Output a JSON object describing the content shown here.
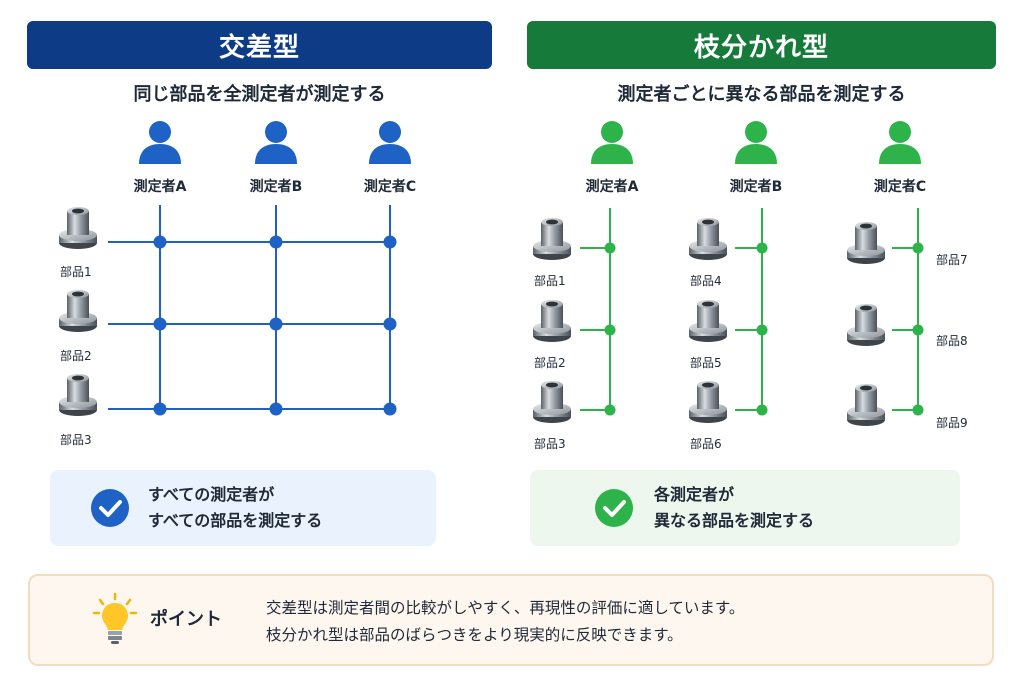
{
  "colors": {
    "left_primary": "#0d3b85",
    "left_accent": "#1e62c6",
    "right_primary": "#157a3a",
    "right_accent": "#2db34a",
    "left_box_bg": "#eaf3fd",
    "right_box_bg": "#edf7ee",
    "tip_bg": "#fdf7ef"
  },
  "left": {
    "title": "交差型",
    "subtitle": "同じ部品を全測定者が測定する",
    "operators": [
      "測定者A",
      "測定者B",
      "測定者C"
    ],
    "parts": [
      "部品1",
      "部品2",
      "部品3"
    ],
    "box_line1": "すべての測定者が",
    "box_line2": "すべての部品を測定する"
  },
  "right": {
    "title": "枝分かれ型",
    "subtitle": "測定者ごとに異なる部品を測定する",
    "operators": [
      "測定者A",
      "測定者B",
      "測定者C"
    ],
    "groups": [
      [
        "部品1",
        "部品2",
        "部品3"
      ],
      [
        "部品4",
        "部品5",
        "部品6"
      ],
      [
        "部品7",
        "部品8",
        "部品9"
      ]
    ],
    "box_line1": "各測定者が",
    "box_line2": "異なる部品を測定する"
  },
  "tip": {
    "label": "ポイント",
    "line1": "交差型は測定者間の比較がしやすく、再現性の評価に適しています。",
    "line2": "枝分かれ型は部品のばらつきをより現実的に反映できます。"
  },
  "icons": {
    "operator": "person-icon",
    "part": "bushing-part-icon",
    "check": "check-circle-icon",
    "tip": "lightbulb-icon"
  }
}
